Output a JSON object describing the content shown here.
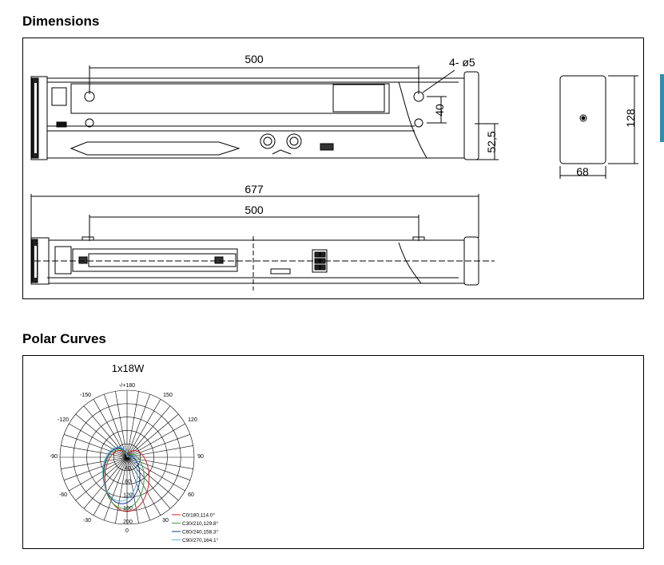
{
  "dimensions": {
    "title": "Dimensions",
    "top_view": {
      "length_label": "500",
      "holes_label": "4- ø5",
      "hole_spacing_label": "40",
      "height_label": "52,5"
    },
    "side_view": {
      "height_label": "128",
      "width_label": "68"
    },
    "bottom_view": {
      "overall_label": "677",
      "length_label": "500"
    }
  },
  "polar": {
    "title": "Polar Curves",
    "diagram_title": "1x18W",
    "top_label": "-/+180",
    "angle_labels": {
      "n150": "-150",
      "p150": "150",
      "n120": "-120",
      "p120": "120",
      "n90": "-90",
      "p90": "90",
      "n60": "-60",
      "p60": "60",
      "n30": "-30",
      "p30": "30",
      "zero": "0"
    },
    "radial_labels": [
      "40",
      "80",
      "120",
      "160",
      "200"
    ],
    "legend": [
      {
        "label": "C0/180,114.0°",
        "color": "#d22222"
      },
      {
        "label": "C30/210,129.8°",
        "color": "#3aa040"
      },
      {
        "label": "C60/240,158.3°",
        "color": "#1f2f9a"
      },
      {
        "label": "C90/270,164.1°",
        "color": "#5ab8d8"
      }
    ]
  },
  "colors": {
    "accent_tab": "#2e8fb0"
  }
}
